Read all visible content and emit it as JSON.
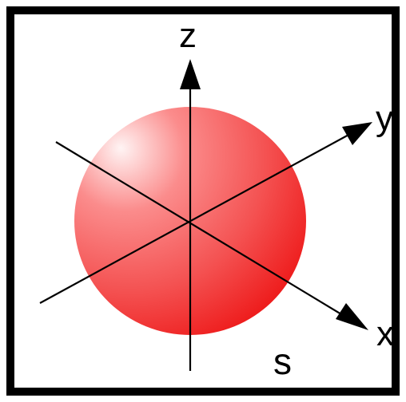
{
  "diagram": {
    "axes": [
      {
        "label": "z"
      },
      {
        "label": "y"
      },
      {
        "label": "x"
      }
    ],
    "orbital_label": "s",
    "colors": {
      "frame": "#000000",
      "axis": "#000000",
      "sphere_highlight": "#fff4f4",
      "sphere_mid": "#fb8c8c",
      "sphere_main": "#f45252",
      "sphere_edge": "#ee1b1b"
    }
  }
}
